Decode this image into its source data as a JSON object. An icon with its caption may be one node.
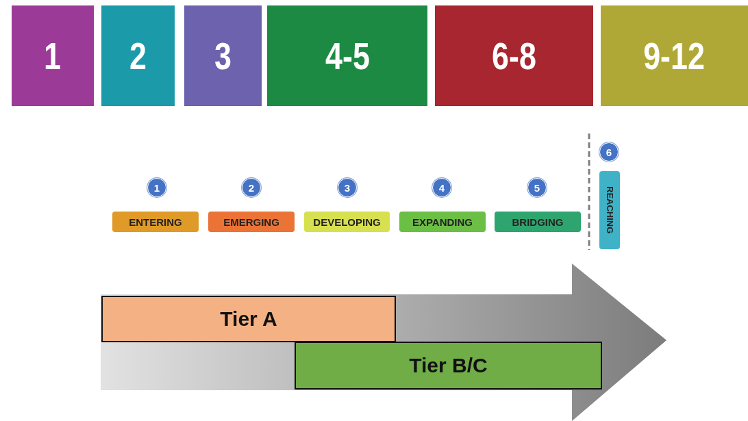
{
  "diagram": {
    "nodes": [
      {
        "text": [
          "1"
        ]
      },
      {
        "text": [
          "2"
        ]
      },
      {
        "text": [
          "3"
        ]
      },
      {
        "text": [
          "4-5"
        ]
      },
      {
        "text": [
          "6-8"
        ]
      },
      {
        "text": [
          "9-12"
        ]
      },
      {
        "text": [
          "6"
        ]
      },
      {
        "text": [
          "REACHING"
        ]
      },
      {
        "text": [
          "1"
        ]
      },
      {
        "text": [
          "2"
        ]
      },
      {
        "text": [
          "3"
        ]
      },
      {
        "text": [
          "4"
        ]
      },
      {
        "text": [
          "5"
        ]
      },
      {
        "text": [
          "ENTERING"
        ]
      },
      {
        "text": [
          "EMERGING"
        ]
      },
      {
        "text": [
          "DEVELOPING"
        ]
      },
      {
        "text": [
          "EXPANDING"
        ]
      },
      {
        "text": [
          "BRIDGING"
        ]
      },
      {
        "text": [
          "Tier A"
        ]
      },
      {
        "text": [
          "Tier B/C"
        ]
      }
    ],
    "edges": []
  }
}
